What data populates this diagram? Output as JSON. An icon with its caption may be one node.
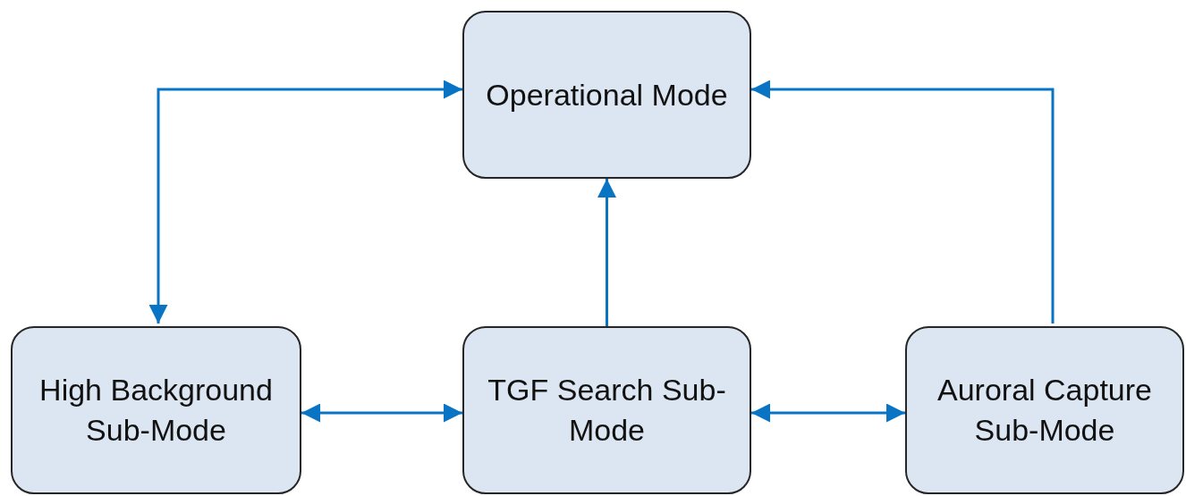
{
  "diagram": {
    "nodes": [
      {
        "text": [
          "Operational Mode"
        ]
      },
      {
        "text": [
          "High Background Sub-Mode"
        ]
      },
      {
        "text": [
          "TGF Search Sub-Mode"
        ]
      },
      {
        "text": [
          "Auroral Capture Sub-Mode"
        ]
      }
    ],
    "edges": [
      {
        "from": 1,
        "to": 0,
        "arrow": "both"
      },
      {
        "from": 2,
        "to": 0,
        "arrow": "to"
      },
      {
        "from": 3,
        "to": 0,
        "arrow": "to"
      },
      {
        "from": 1,
        "to": 2,
        "arrow": "both"
      },
      {
        "from": 2,
        "to": 3,
        "arrow": "both"
      }
    ]
  }
}
